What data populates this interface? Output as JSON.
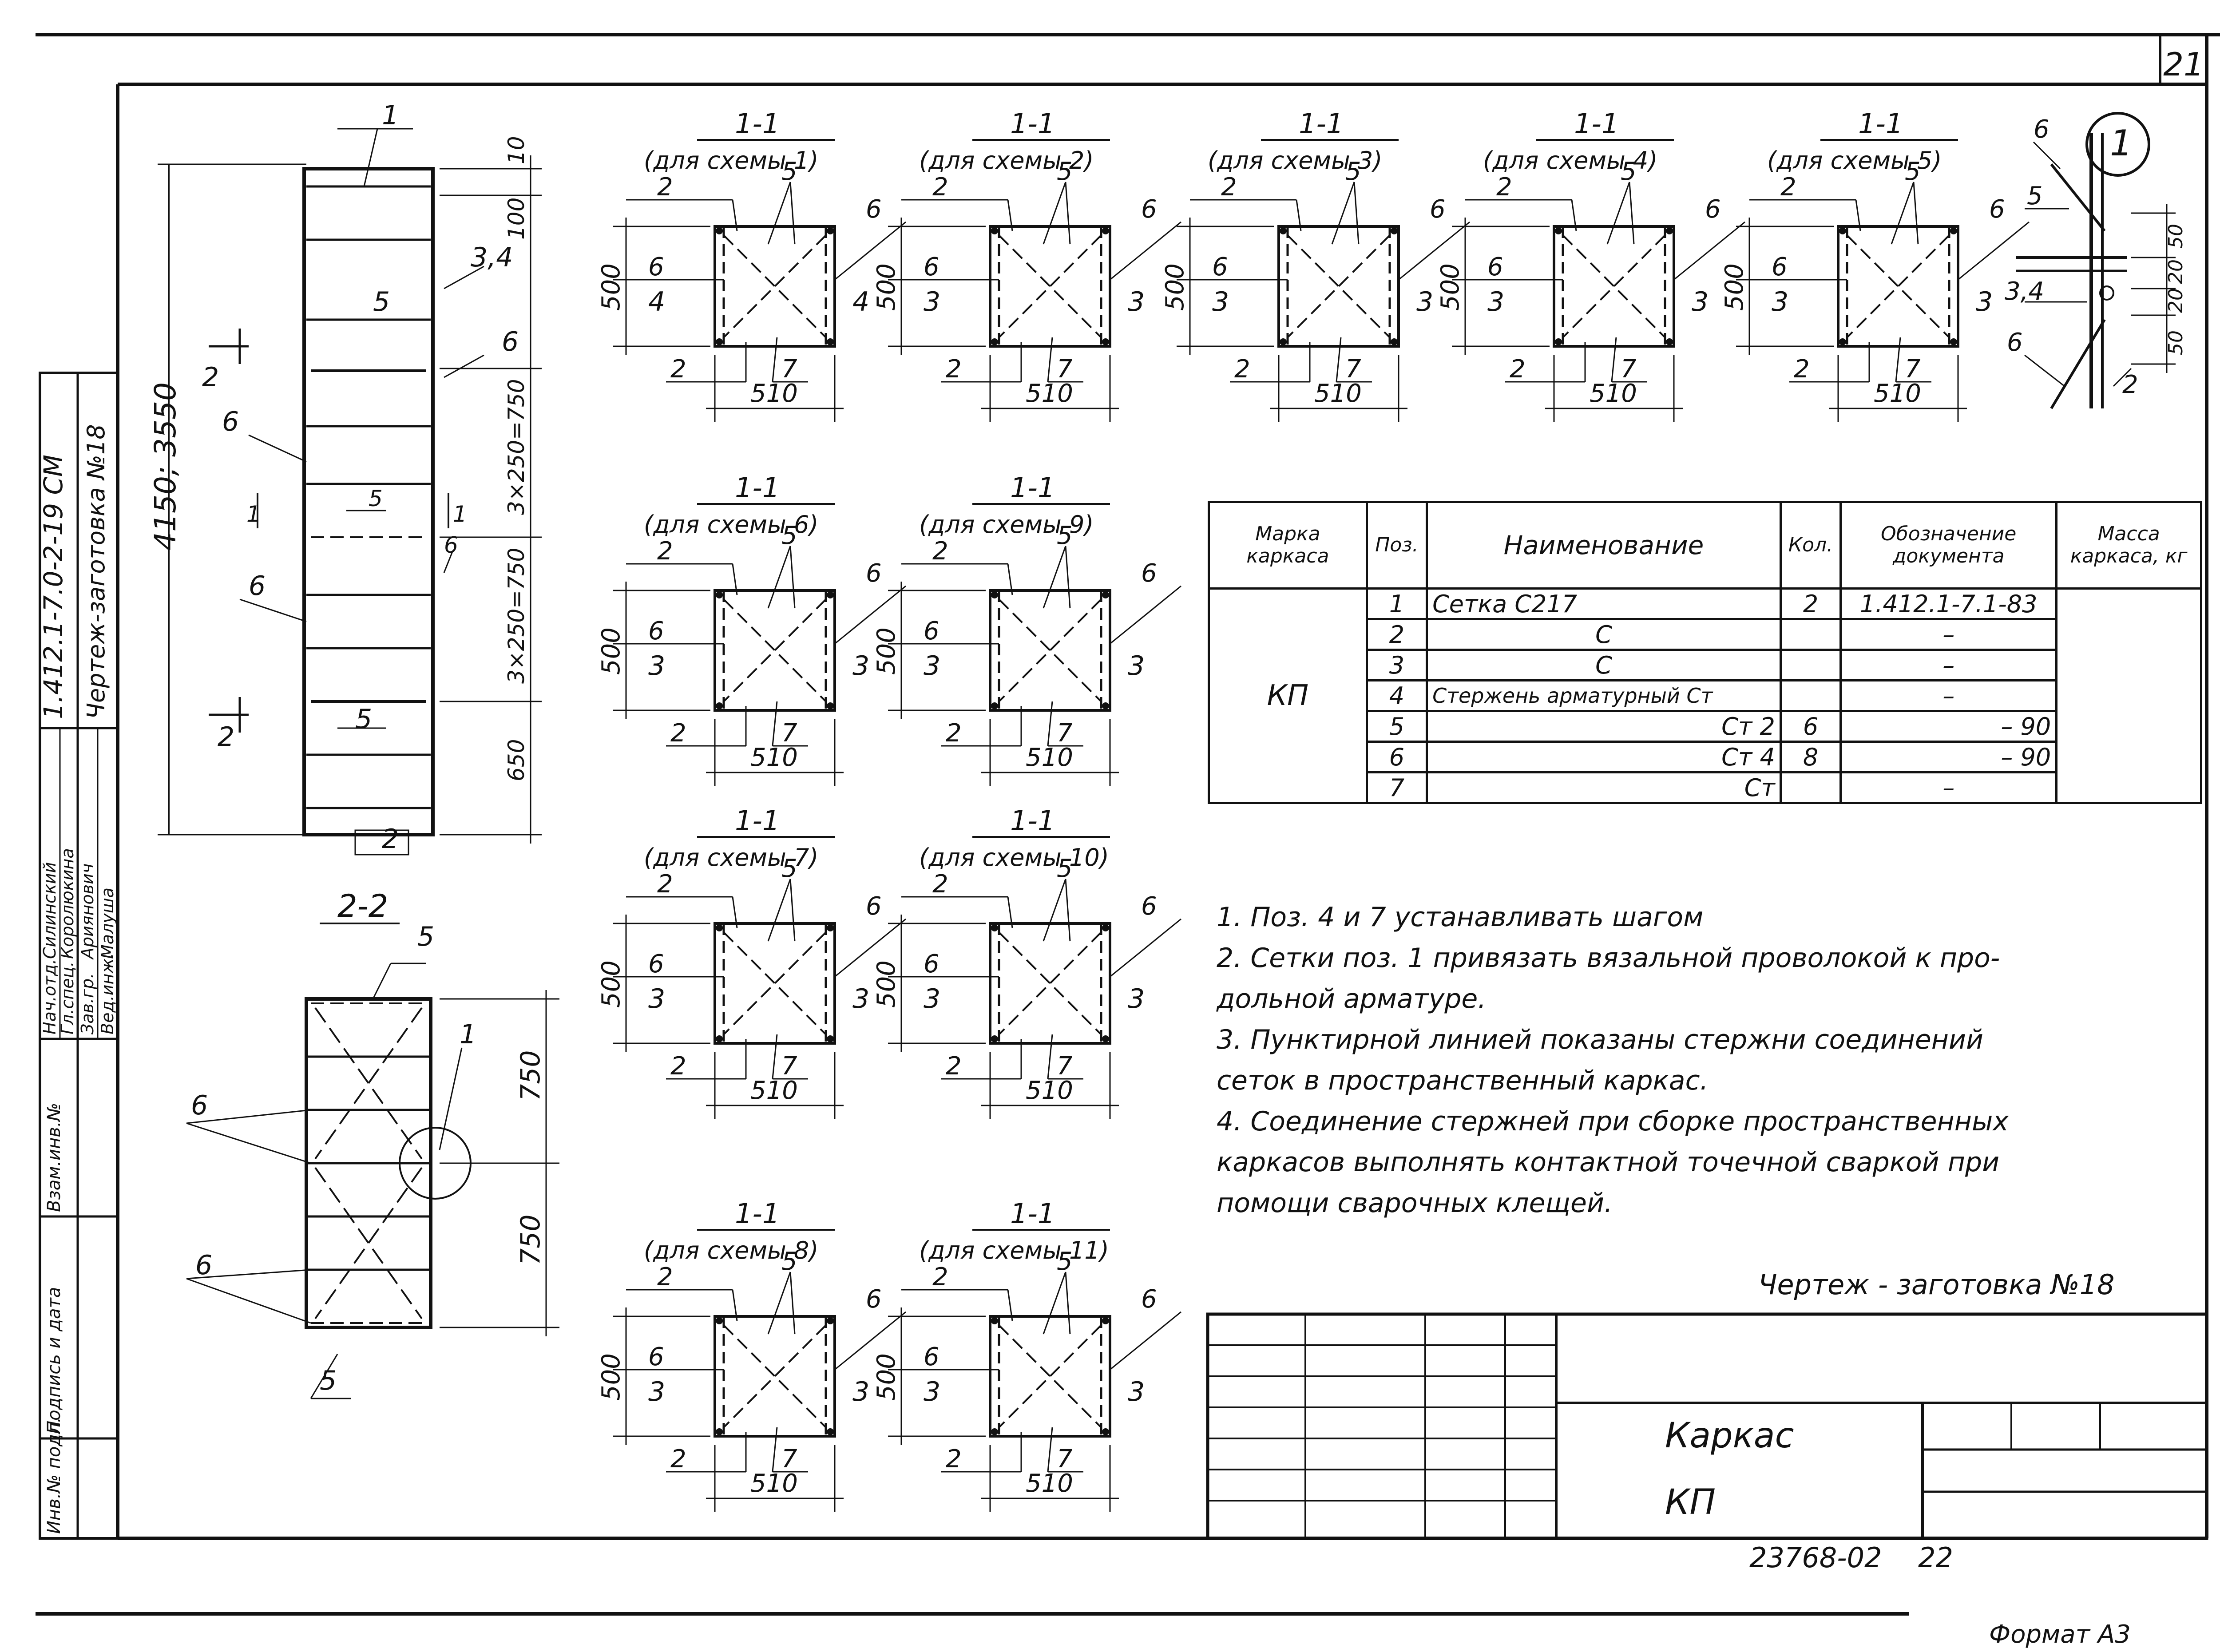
{
  "sheet_number": "21",
  "side_code": "1.412.1-7.0-2-19 СМ",
  "side_title": "Чертеж-заготовка №18",
  "stamp_roles": [
    "Нач.отд.",
    "Гл.спец.",
    "Зав.гр.",
    "Вед.инж."
  ],
  "stamp_names": [
    "Силинский",
    "Королюкина",
    "Ариянович",
    "Малуша"
  ],
  "stamp_columns": [
    "Инв.№ подл.",
    "Подпись и дата",
    "Взам.инв.№"
  ],
  "elevation": {
    "overall": "4150; 3550",
    "dims": [
      "10",
      "100",
      "3×250=750",
      "3×250=750",
      "650"
    ],
    "marks": [
      "1",
      "5",
      "3,4",
      "6",
      "6",
      "6",
      "5",
      "6",
      "5",
      "2"
    ],
    "cut_1": "1",
    "cut_2": "2"
  },
  "section_2_2": {
    "title": "2-2",
    "dims": [
      "750",
      "750"
    ],
    "marks": [
      "5",
      "6",
      "1",
      "6",
      "5"
    ]
  },
  "detail_1": {
    "label": "1",
    "dims": [
      "50",
      "20",
      "20",
      "50"
    ],
    "marks": [
      "6",
      "5",
      "3,4",
      "6",
      "2"
    ]
  },
  "sections": [
    {
      "title": "1-1",
      "sub": "(для схемы 1)",
      "left": "4",
      "right": "4"
    },
    {
      "title": "1-1",
      "sub": "(для схемы 2)",
      "left": "3",
      "right": "3"
    },
    {
      "title": "1-1",
      "sub": "(для схемы 3)",
      "left": "3",
      "right": "3"
    },
    {
      "title": "1-1",
      "sub": "(для схемы 4)",
      "left": "3",
      "right": "3"
    },
    {
      "title": "1-1",
      "sub": "(для схемы 5)",
      "left": "3",
      "right": "3"
    },
    {
      "title": "1-1",
      "sub": "(для схемы 6)",
      "left": "3",
      "right": "3"
    },
    {
      "title": "1-1",
      "sub": "(для схемы 9)",
      "left": "3",
      "right": "3"
    },
    {
      "title": "1-1",
      "sub": "(для схемы 7)",
      "left": "3",
      "right": "3"
    },
    {
      "title": "1-1",
      "sub": "(для схемы 10)",
      "left": "3",
      "right": "3"
    },
    {
      "title": "1-1",
      "sub": "(для схемы 8)",
      "left": "3",
      "right": "3"
    },
    {
      "title": "1-1",
      "sub": "(для схемы 11)",
      "left": "3",
      "right": "3"
    }
  ],
  "section_common": {
    "height": "500",
    "width": "510",
    "m2": "2",
    "m5": "5",
    "m6": "6",
    "m7": "7"
  },
  "spec_table": {
    "headers": [
      "Марка каркаса",
      "Поз.",
      "Наименование",
      "Кол.",
      "Обозначение документа",
      "Масса каркаса, кг"
    ],
    "mark": "КП",
    "rows": [
      {
        "pos": "1",
        "name": "Сетка С217",
        "qty": "2",
        "doc": "1.412.1-7.1-83"
      },
      {
        "pos": "2",
        "name": "С",
        "qty": "",
        "doc": "–"
      },
      {
        "pos": "3",
        "name": "С",
        "qty": "",
        "doc": "–"
      },
      {
        "pos": "4",
        "name": "Стержень арматурный Ст",
        "qty": "",
        "doc": "–"
      },
      {
        "pos": "5",
        "name": "Ст 2",
        "qty": "6",
        "doc": "– 90"
      },
      {
        "pos": "6",
        "name": "Ст 4",
        "qty": "8",
        "doc": "– 90"
      },
      {
        "pos": "7",
        "name": "Ст",
        "qty": "",
        "doc": "–"
      }
    ]
  },
  "notes": [
    "1. Поз. 4 и 7 устанавливать шагом",
    "2. Сетки поз. 1 привязать вязальной проволокой к про-",
    "дольной арматуре.",
    "3. Пунктирной линией показаны стержни соединений",
    "сеток в пространственный каркас.",
    "4. Соединение стержней при сборке пространственных",
    "каркасов выполнять контактной точечной сваркой при",
    "помощи сварочных клещей."
  ],
  "drawing_caption": "Чертеж - заготовка №18",
  "title_block": {
    "name": "Каркас",
    "mark": "КП"
  },
  "bottom_code": "23768-02",
  "bottom_page": "22",
  "format": "Формат А3"
}
